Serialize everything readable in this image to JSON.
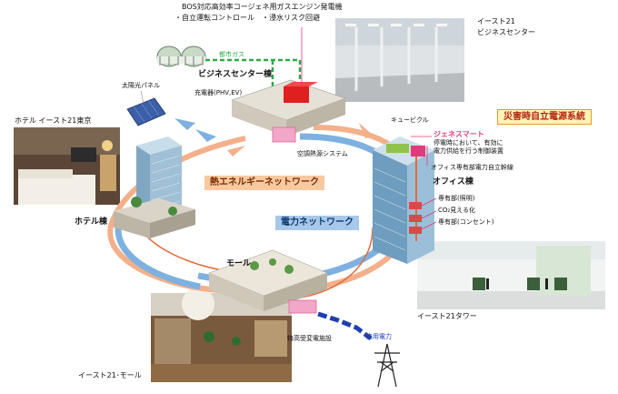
{
  "labels": {
    "engine_title": "BOS対応高効率コージェネ用ガスエンジン発電機",
    "engine_features": "・自立運転コントロール　・浸水リスク回避",
    "city_gas": "都市ガス",
    "business_center_bldg": "ビジネスセンター棟",
    "solar_panel": "太陽光パネル",
    "charger": "充電器(PHV,EV)",
    "hotel_east21": "ホテル イースト21東京",
    "east21_business_center": "イースト21\nビジネスセンター",
    "cubicle": "キュービクル",
    "disaster_power_system": "災害時自立電源系統",
    "genesmart": "ジェネスマート",
    "genesmart_desc": "停電時において、有効に\n電力供給を行う制御装置",
    "office_trunk": "オフィス専有部電力自立幹線",
    "office_bldg": "オフィス棟",
    "exclusive_lighting": "専有部(照明)",
    "co2_visual": "CO₂見える化",
    "exclusive_outlet": "専有部(コンセント)",
    "hvac_system": "空調熱源システム",
    "heat_network": "熱エネルギーネットワーク",
    "hotel_bldg": "ホテル棟",
    "power_network": "電力ネットワーク",
    "mall": "モール",
    "special_substation": "特高受変電施設",
    "commercial_power": "商用電力",
    "east21_tower": "イースト21タワー",
    "east21_mall": "イースト21･モール"
  },
  "colors": {
    "heat_ring_outer": "#7fb1e0",
    "heat_ring_inner": "#f3b08a",
    "power_line": "#e06c3a",
    "gas_line": "#2ea84a",
    "commercial_line": "#1f3fb0",
    "engine_red": "#e02020",
    "accent_label": "#e23a7a"
  }
}
